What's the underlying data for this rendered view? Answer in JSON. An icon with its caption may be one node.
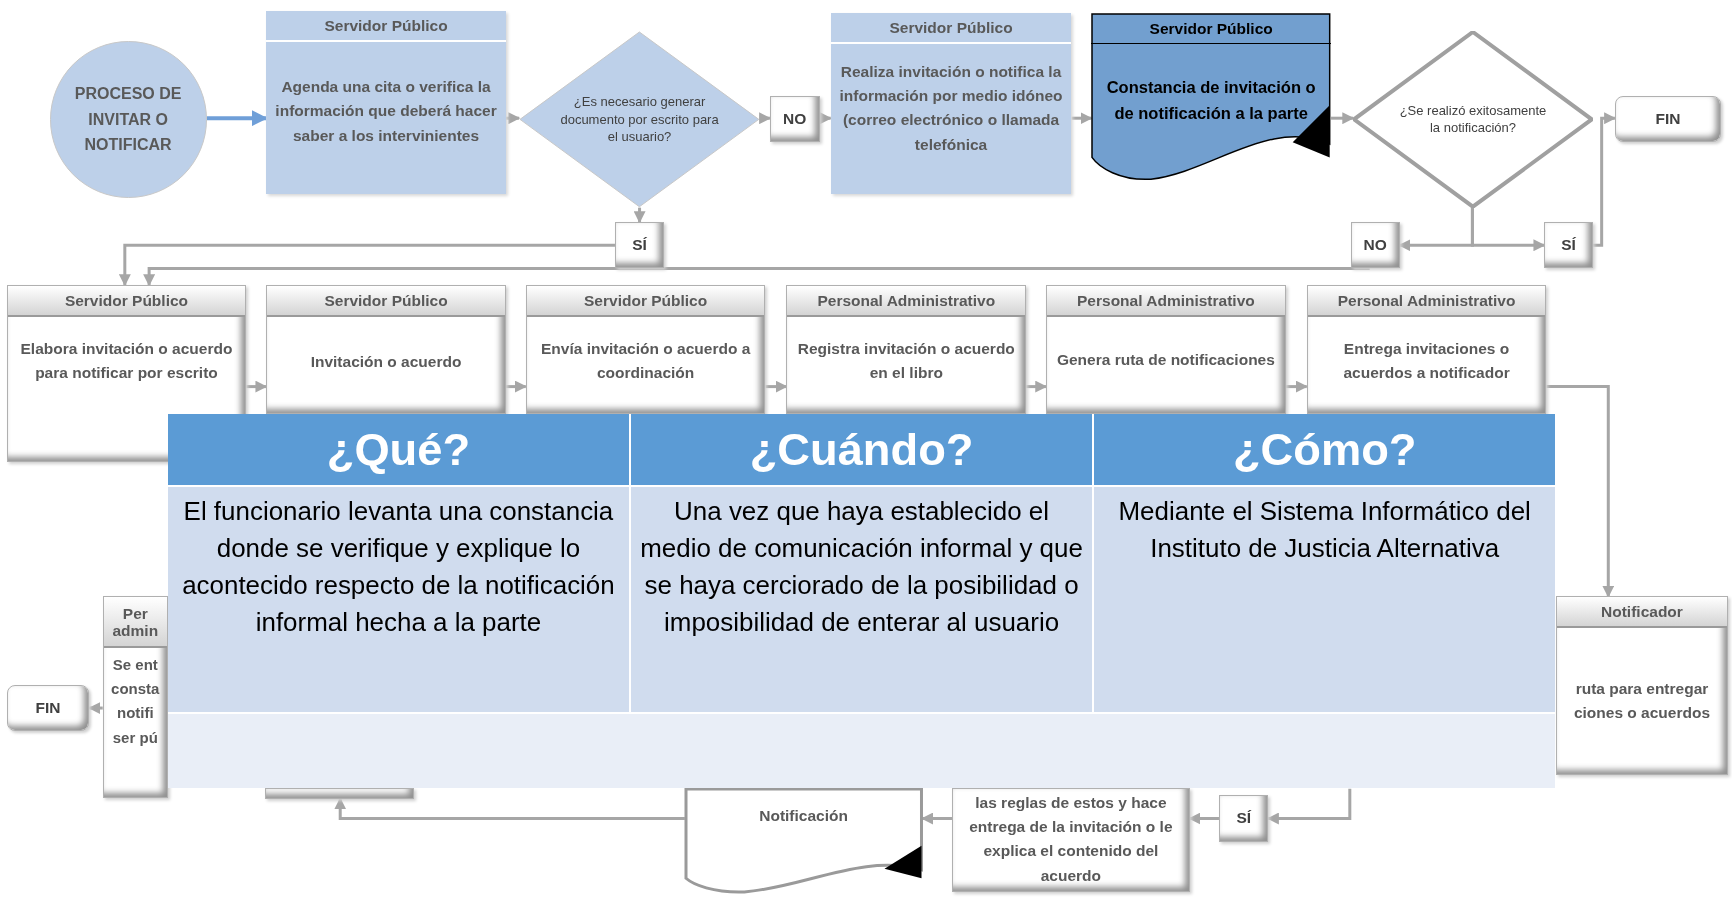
{
  "diagram": {
    "nodes": [
      {
        "text": [
          "PROCESO DE INVITAR O NOTIFICAR"
        ]
      },
      {
        "text": [
          "Servidor Público",
          "Agenda una cita o verifica la información que deberá hacer saber a los intervinientes"
        ]
      },
      {
        "text": [
          "¿Es necesario generar documento por escrito para el usuario?"
        ]
      },
      {
        "text": [
          "NO"
        ]
      },
      {
        "text": [
          "Servidor Público",
          "Realiza invitación o notifica la información por medio idóneo (correo electrónico o llamada telefónica"
        ]
      },
      {
        "text": [
          "Servidor Público",
          "Constancia de invitación o de notificación a la parte"
        ]
      },
      {
        "text": [
          "¿Se realizó exitosamente la notificación?"
        ]
      },
      {
        "text": [
          "FIN"
        ]
      },
      {
        "text": [
          "SÍ"
        ]
      },
      {
        "text": [
          "NO"
        ]
      },
      {
        "text": [
          "SÍ"
        ]
      },
      {
        "text": [
          "Servidor Público",
          "Elabora invitación o acuerdo para notificar por escrito"
        ]
      },
      {
        "text": [
          "Servidor Público",
          "Invitación o acuerdo"
        ]
      },
      {
        "text": [
          "Servidor Público",
          "Envía invitación o acuerdo a coordinación"
        ]
      },
      {
        "text": [
          "Personal Administrativo",
          "Registra invitación o acuerdo en el libro"
        ]
      },
      {
        "text": [
          "Personal Administrativo",
          "Genera ruta de notificaciones"
        ]
      },
      {
        "text": [
          "Personal Administrativo",
          "Entrega invitaciones o acuerdos a notificador"
        ]
      },
      {
        "text": [
          "Notificador",
          "ruta para entregar ciones o acuerdos"
        ]
      },
      {
        "text": [
          "FIN"
        ]
      },
      {
        "text": [
          "Per admin",
          "Se ent consta notifi ser pú"
        ]
      },
      {
        "text": [],
        "shape": "box"
      },
      {
        "text": [
          "Notificación"
        ]
      },
      {
        "text": [
          "las reglas de estos y hace entrega de la invitación o le explica el contenido del acuerdo"
        ]
      },
      {
        "text": [
          "SÍ"
        ]
      }
    ],
    "edges": [
      {
        "from": 0,
        "to": 1,
        "arrow": "to",
        "color": "#6f9fd8"
      },
      {
        "from": 1,
        "to": 2,
        "arrow": "to"
      },
      {
        "from": 2,
        "to": 3,
        "arrow": "to"
      },
      {
        "from": 3,
        "to": 4,
        "arrow": "to"
      },
      {
        "from": 4,
        "to": 5,
        "arrow": "to"
      },
      {
        "from": 5,
        "to": 6,
        "arrow": "to"
      },
      {
        "from": 6,
        "to": 10,
        "arrow": "to"
      },
      {
        "from": 10,
        "to": 7,
        "arrow": "to"
      },
      {
        "from": 6,
        "to": 9,
        "arrow": "to"
      },
      {
        "from": 2,
        "to": 8,
        "arrow": "to"
      },
      {
        "from": 8,
        "to": 11,
        "arrow": "to"
      },
      {
        "from": 9,
        "to": 11,
        "arrow": "to"
      },
      {
        "from": 11,
        "to": 12,
        "arrow": "to"
      },
      {
        "from": 12,
        "to": 13,
        "arrow": "to"
      },
      {
        "from": 13,
        "to": 14,
        "arrow": "to"
      },
      {
        "from": 14,
        "to": 15,
        "arrow": "to"
      },
      {
        "from": 15,
        "to": 16,
        "arrow": "to"
      },
      {
        "from": 16,
        "to": 17,
        "arrow": "to"
      },
      {
        "from": null,
        "to": 23,
        "arrow": "to"
      },
      {
        "from": 23,
        "to": 22,
        "arrow": "to"
      },
      {
        "from": 22,
        "to": 21,
        "arrow": "to"
      },
      {
        "from": 21,
        "to": 20,
        "arrow": "to"
      },
      {
        "from": 19,
        "to": 18,
        "arrow": "to"
      }
    ],
    "labels": [
      "¿Qué?",
      "¿Cuándo?",
      "¿Cómo?",
      "El funcionario levanta una constancia donde se verifique y explique lo acontecido respecto de la notificación informal hecha a la parte",
      "Una vez que haya establecido el medio de comunicación informal y que se haya cerciorado de la posibilidad o imposibilidad de enterar al usuario",
      "Mediante el Sistema Informático del Instituto de Justicia Alternativa"
    ]
  }
}
